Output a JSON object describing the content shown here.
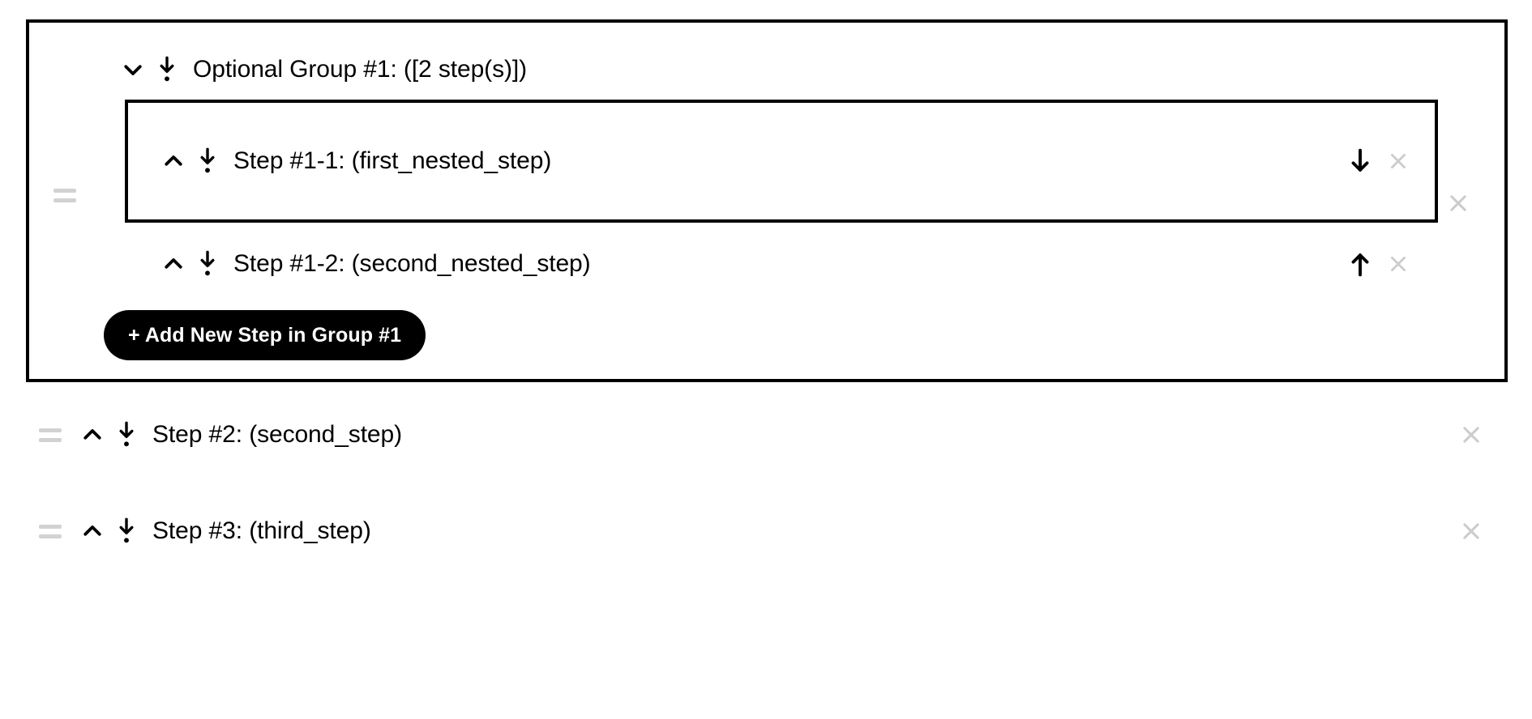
{
  "group": {
    "name": "optional-group-1",
    "label": "Optional Group #1: ([2 step(s)])",
    "collapse_icon": "chevron-down-icon",
    "type_icon": "arrow-down-to-dot-icon",
    "drag_icon": "drag-handle-icon",
    "close_icon": "close-icon",
    "add_step_label": "+ Add New Step in Group #1",
    "steps": [
      {
        "label": "Step #1-1: (first_nested_step)",
        "collapse_icon": "chevron-up-icon",
        "type_icon": "arrow-down-to-dot-icon",
        "move_icon": "arrow-down-icon",
        "close_icon": "close-icon",
        "selected": true
      },
      {
        "label": "Step #1-2: (second_nested_step)",
        "collapse_icon": "chevron-up-icon",
        "type_icon": "arrow-down-to-dot-icon",
        "move_icon": "arrow-up-icon",
        "close_icon": "close-icon",
        "selected": false
      }
    ]
  },
  "top_level_steps": [
    {
      "label": "Step #2: (second_step)",
      "drag_icon": "drag-handle-icon",
      "collapse_icon": "chevron-up-icon",
      "type_icon": "arrow-down-to-dot-icon",
      "close_icon": "close-icon"
    },
    {
      "label": "Step #3: (third_step)",
      "drag_icon": "drag-handle-icon",
      "collapse_icon": "chevron-up-icon",
      "type_icon": "arrow-down-to-dot-icon",
      "close_icon": "close-icon"
    }
  ],
  "colors": {
    "border": "#000000",
    "text": "#000000",
    "muted": "#cccccc",
    "handle": "#d2d2d2",
    "button_bg": "#000000",
    "button_text": "#ffffff",
    "background": "#ffffff"
  }
}
